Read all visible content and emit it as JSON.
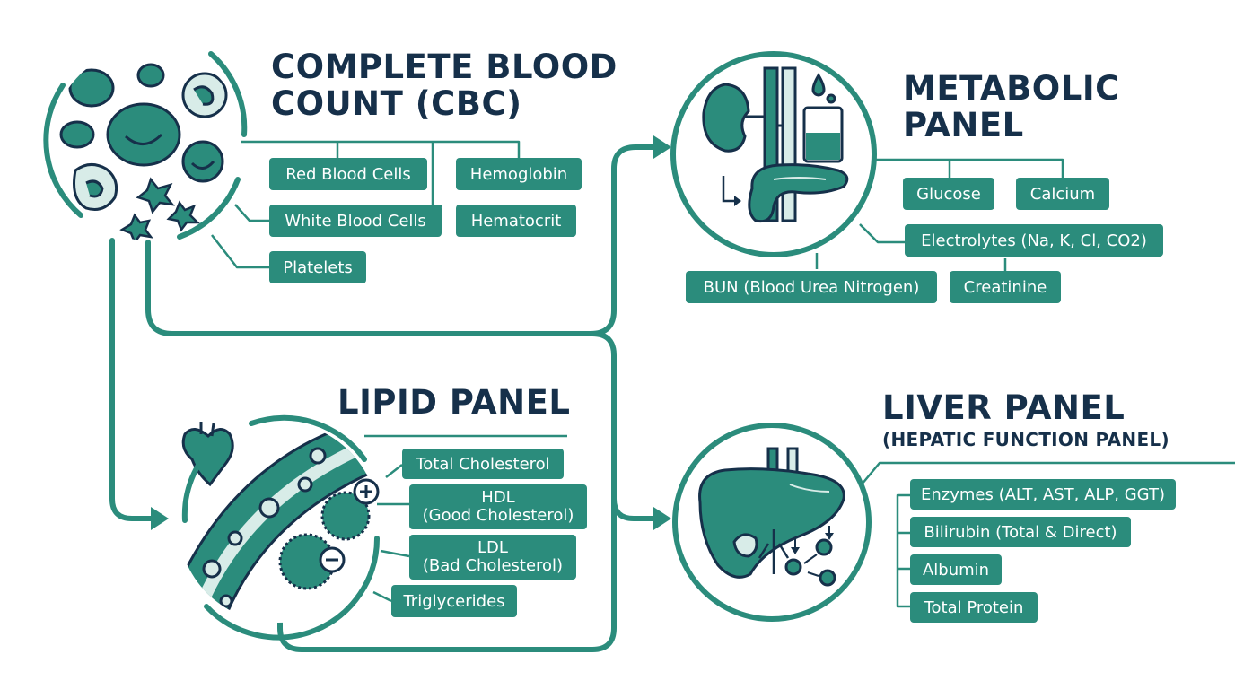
{
  "colors": {
    "teal": "#2b8c7c",
    "teal_dark": "#1f6f63",
    "navy": "#16304a",
    "mint": "#d8ece8",
    "white": "#ffffff"
  },
  "panels": {
    "cbc": {
      "title_line1": "COMPLETE BLOOD",
      "title_line2": "COUNT (CBC)",
      "icon": "blood-cells-icon",
      "items": [
        "Red Blood Cells",
        "White Blood Cells",
        "Platelets",
        "Hemoglobin",
        "Hematocrit"
      ]
    },
    "metabolic": {
      "title_line1": "METABOLIC",
      "title_line2": "PANEL",
      "icon": "kidney-pancreas-icon",
      "items": [
        "Glucose",
        "Calcium",
        "Electrolytes (Na, K, Cl, CO2)",
        "BUN (Blood Urea Nitrogen)",
        "Creatinine"
      ]
    },
    "lipid": {
      "title": "LIPID PANEL",
      "icon": "artery-heart-icon",
      "items": [
        "Total Cholesterol",
        {
          "line1": "HDL",
          "line2": "(Good Cholesterol)"
        },
        {
          "line1": "LDL",
          "line2": "(Bad Cholesterol)"
        },
        "Triglycerides"
      ]
    },
    "liver": {
      "title": "LIVER PANEL",
      "subtitle": "(HEPATIC FUNCTION PANEL)",
      "icon": "liver-icon",
      "items": [
        "Enzymes (ALT, AST, ALP, GGT)",
        "Bilirubin (Total & Direct)",
        "Albumin",
        "Total Protein"
      ]
    }
  }
}
